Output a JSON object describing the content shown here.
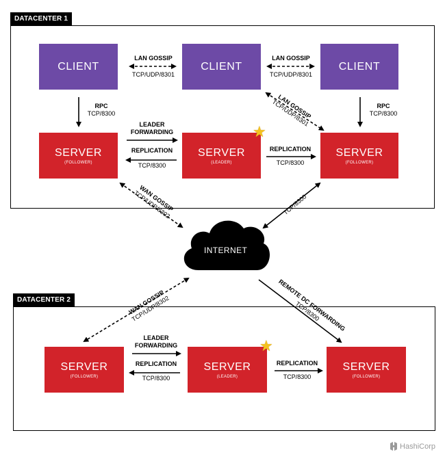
{
  "datacenter1": {
    "label": "DATACENTER 1",
    "clients": [
      {
        "title": "CLIENT"
      },
      {
        "title": "CLIENT"
      },
      {
        "title": "CLIENT"
      }
    ],
    "servers": [
      {
        "title": "SERVER",
        "role": "(FOLLOWER)"
      },
      {
        "title": "SERVER",
        "role": "(LEADER)"
      },
      {
        "title": "SERVER",
        "role": "(FOLLOWER)"
      }
    ],
    "lan_gossip_1": {
      "name": "LAN GOSSIP",
      "port": "TCP/UDP/8301"
    },
    "lan_gossip_2": {
      "name": "LAN GOSSIP",
      "port": "TCP/UDP/8301"
    },
    "lan_gossip_diag": {
      "name": "LAN GOSSIP",
      "port": "TCP/UDP/8301"
    },
    "rpc_left": {
      "name": "RPC",
      "port": "TCP/8300"
    },
    "rpc_right": {
      "name": "RPC",
      "port": "TCP/8300"
    },
    "leader_forwarding": {
      "name": "LEADER",
      "name2": "FORWARDING"
    },
    "replication_left": {
      "name": "REPLICATION",
      "port": "TCP/8300"
    },
    "replication_right": {
      "name": "REPLICATION",
      "port": "TCP/8300"
    }
  },
  "internet": {
    "label": "INTERNET",
    "wan_gossip_dc1": {
      "name": "WAN GOSSIP",
      "port": "TCP/UDP/8302"
    },
    "tcp_dc1_right": {
      "port": "TCP/8300"
    },
    "wan_gossip_dc2": {
      "name": "WAN GOSSIP",
      "port": "TCP/UDP/8302"
    },
    "remote_dc_forwarding": {
      "name": "REMOTE DC FORWARDING",
      "port": "TCP/8300"
    }
  },
  "datacenter2": {
    "label": "DATACENTER 2",
    "servers": [
      {
        "title": "SERVER",
        "role": "(FOLLOWER)"
      },
      {
        "title": "SERVER",
        "role": "(LEADER)"
      },
      {
        "title": "SERVER",
        "role": "(FOLLOWER)"
      }
    ],
    "leader_forwarding": {
      "name": "LEADER",
      "name2": "FORWARDING"
    },
    "replication_left": {
      "name": "REPLICATION",
      "port": "TCP/8300"
    },
    "replication_right": {
      "name": "REPLICATION",
      "port": "TCP/8300"
    }
  },
  "footer": {
    "logo_text": "HashiCorp",
    "logo_icon": "hashicorp-logo-icon"
  },
  "colors": {
    "client": "#6d4aa6",
    "server": "#d2232a",
    "star": "#f4c21f",
    "cloud": "#000000"
  }
}
